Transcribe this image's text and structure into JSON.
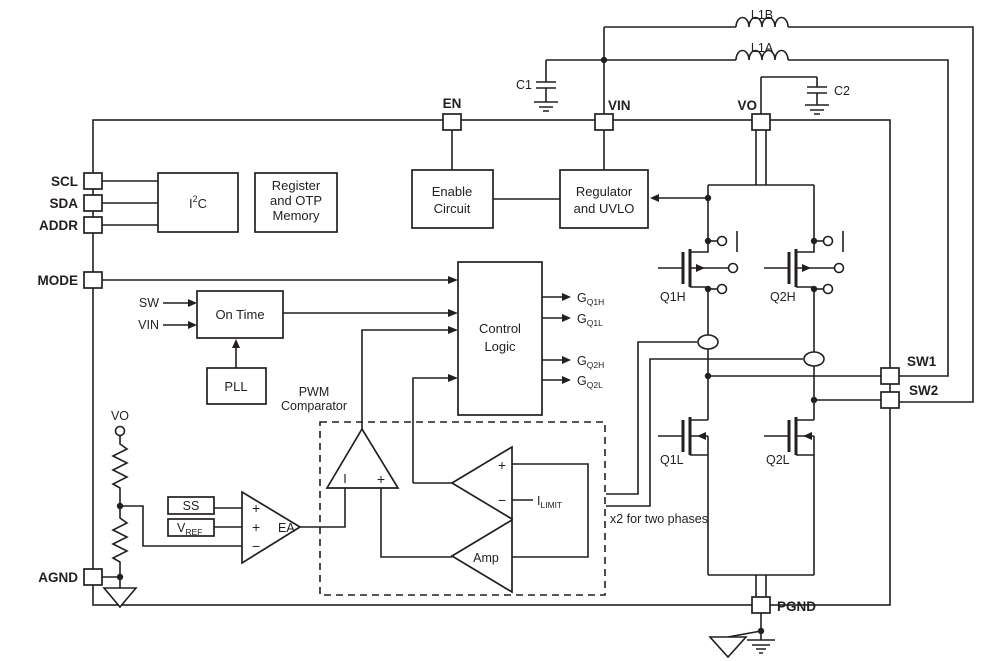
{
  "pins": {
    "scl": "SCL",
    "sda": "SDA",
    "addr": "ADDR",
    "mode": "MODE",
    "agnd": "AGND",
    "en": "EN",
    "vin": "VIN",
    "vo": "VO",
    "sw1": "SW1",
    "sw2": "SW2",
    "pgnd": "PGND"
  },
  "components": {
    "l1b": "L1B",
    "l1a": "L1A",
    "c1": "C1",
    "c2": "C2",
    "q1h": "Q1H",
    "q2h": "Q2H",
    "q1l": "Q1L",
    "q2l": "Q2L"
  },
  "blocks": {
    "i2c": {
      "base": "I",
      "sup": "2",
      "tail": "C"
    },
    "register": {
      "line1": "Register",
      "line2": "and OTP",
      "line3": "Memory"
    },
    "enable": {
      "line1": "Enable",
      "line2": "Circuit"
    },
    "regulator": {
      "line1": "Regulator",
      "line2": "and UVLO"
    },
    "on_time": {
      "label": "On Time"
    },
    "pll": {
      "label": "PLL"
    },
    "control_logic": {
      "line1": "Control",
      "line2": "Logic"
    }
  },
  "signals": {
    "sw_input": "SW",
    "vin_input": "VIN",
    "vo_feedback": "VO",
    "pwm": {
      "line1": "PWM",
      "line2": "Comparator",
      "i_marker": "I"
    },
    "ss": "SS",
    "vref": {
      "base": "V",
      "sub": "REF"
    },
    "ea": "EA",
    "amp": "Amp",
    "ilimit": {
      "base": "I",
      "sub": "LIMIT"
    },
    "x2_note": "x2 for two phases",
    "polarity": {
      "plus": "+",
      "minus": "−"
    },
    "gates": {
      "gq1h": {
        "base": "G",
        "sub": "Q1H"
      },
      "gq1l": {
        "base": "G",
        "sub": "Q1L"
      },
      "gq2h": {
        "base": "G",
        "sub": "Q2H"
      },
      "gq2l": {
        "base": "G",
        "sub": "Q2L"
      }
    }
  },
  "colors": {
    "line": "#231f20",
    "background": "#ffffff"
  }
}
